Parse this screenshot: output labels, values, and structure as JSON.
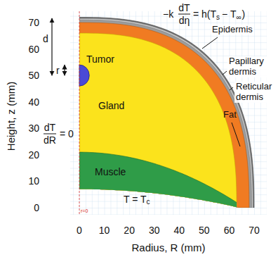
{
  "diagram": {
    "labels": [
      "−k",
      "dT",
      "dη",
      "= h(T",
      "s",
      "− T",
      "∞",
      ")",
      "70",
      "d",
      "Epidermis",
      "Tumor",
      "r",
      "60",
      "Papillary dermis",
      "50",
      "Reticular dermis",
      "Gland",
      "40",
      "Fat",
      "dT",
      "dR",
      "= 0",
      "Height, z (mm)",
      "30",
      "20",
      "Muscle",
      "10",
      "T = T",
      "c",
      "0",
      "r=0",
      "0",
      "10",
      "20",
      "30",
      "40",
      "50",
      "60",
      "70",
      "Radius, R (mm)"
    ]
  }
}
